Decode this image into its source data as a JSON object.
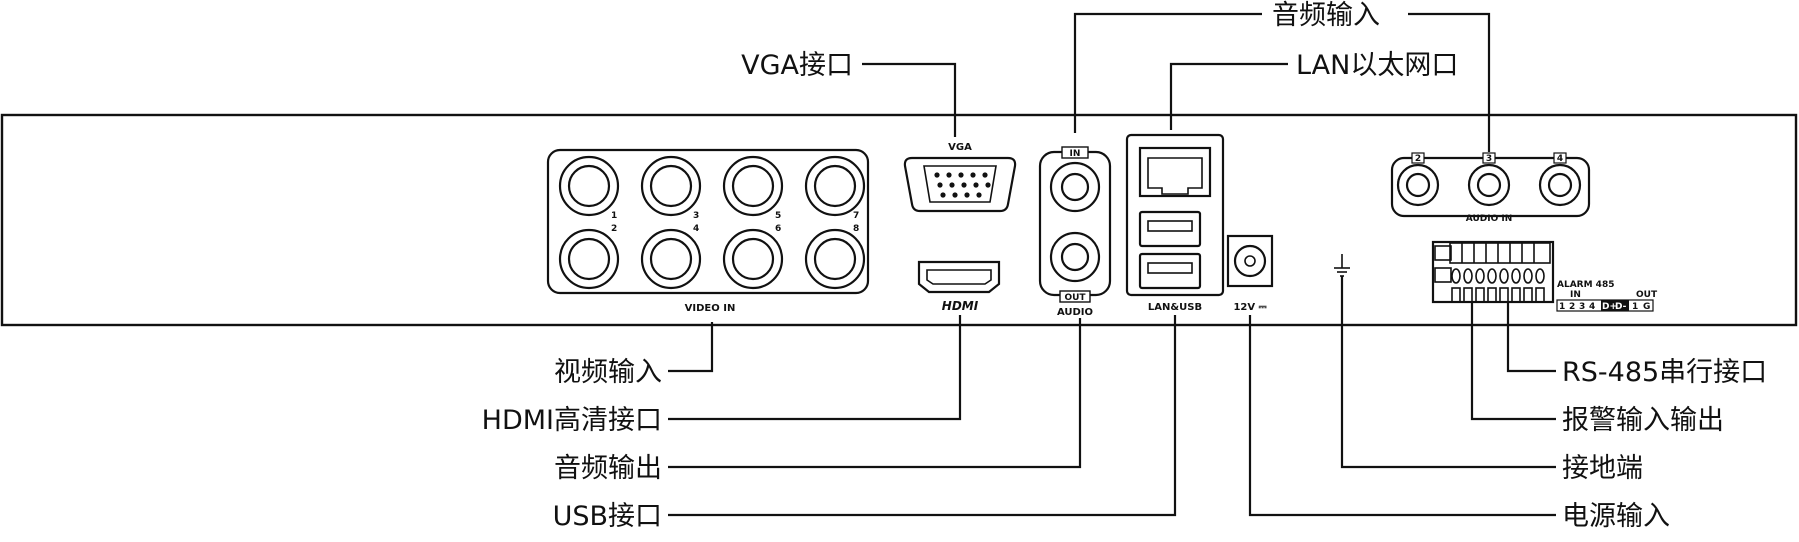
{
  "callouts": {
    "audio_in": "音频输入",
    "lan": "LAN以太网口",
    "vga": "VGA接口",
    "video_in": "视频输入",
    "hdmi": "HDMI高清接口",
    "audio_out": "音频输出",
    "usb": "USB接口",
    "rs485": "RS-485串行接口",
    "alarm": "报警输入输出",
    "ground": "接地端",
    "power": "电源输入"
  },
  "panel": {
    "video_in_label": "VIDEO IN",
    "bnc_numbers": [
      "1",
      "2",
      "3",
      "4",
      "5",
      "6",
      "7",
      "8"
    ],
    "vga_label": "VGA",
    "hdmi_logo": "HDMI",
    "audio_in_tag": "IN",
    "audio_out_tag": "OUT",
    "audio_label": "AUDIO",
    "lan_usb_label": "LAN&USB",
    "power_label": "12V ⎓",
    "audio_in_right_label": "AUDIO IN",
    "audio_in_right_numbers": [
      "2",
      "3",
      "4"
    ],
    "alarm_485_label": "ALARM 485",
    "alarm_in_label": "IN",
    "alarm_out_label": "OUT",
    "alarm_pins": [
      "1",
      "2",
      "3",
      "4",
      "D+",
      "D-",
      "1",
      "G"
    ]
  }
}
